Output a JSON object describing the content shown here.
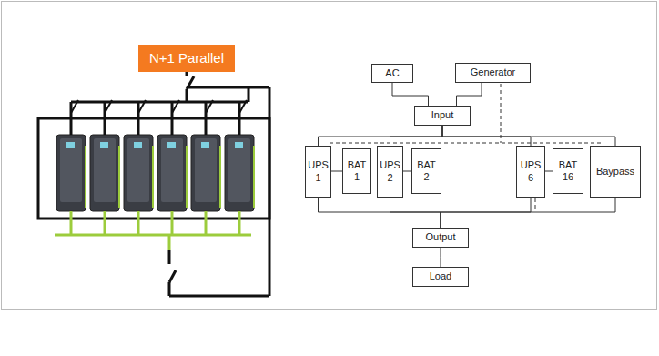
{
  "diagram": {
    "nodes": [
      {
        "text": [
          "N+1 Parallel"
        ]
      },
      {
        "text": [
          "AC"
        ]
      },
      {
        "text": [
          "Generator"
        ]
      },
      {
        "text": [
          "Input"
        ]
      },
      {
        "text": [
          "UPS 1"
        ]
      },
      {
        "text": [
          "BAT 1"
        ]
      },
      {
        "text": [
          "UPS 2"
        ]
      },
      {
        "text": [
          "BAT 2"
        ]
      },
      {
        "text": [
          "UPS 6"
        ]
      },
      {
        "text": [
          "BAT 16"
        ]
      },
      {
        "text": [
          "Baypass"
        ]
      },
      {
        "text": [
          "Output"
        ]
      },
      {
        "text": [
          "Load"
        ]
      }
    ],
    "edges": [
      {
        "from": 1,
        "to": 3,
        "arrow": "none"
      },
      {
        "from": 2,
        "to": 3,
        "arrow": "none"
      },
      {
        "from": 3,
        "to": 4,
        "arrow": "none"
      },
      {
        "from": 3,
        "to": 6,
        "arrow": "none"
      },
      {
        "from": 3,
        "to": 8,
        "arrow": "none"
      },
      {
        "from": 3,
        "to": 10,
        "arrow": "none"
      },
      {
        "from": 4,
        "to": 5,
        "arrow": "none"
      },
      {
        "from": 6,
        "to": 7,
        "arrow": "none"
      },
      {
        "from": 8,
        "to": 9,
        "arrow": "none"
      },
      {
        "from": 4,
        "to": 11,
        "arrow": "none"
      },
      {
        "from": 6,
        "to": 11,
        "arrow": "none"
      },
      {
        "from": 8,
        "to": 11,
        "arrow": "none"
      },
      {
        "from": 10,
        "to": 11,
        "arrow": "none"
      },
      {
        "from": 11,
        "to": 12,
        "arrow": "none"
      }
    ]
  }
}
